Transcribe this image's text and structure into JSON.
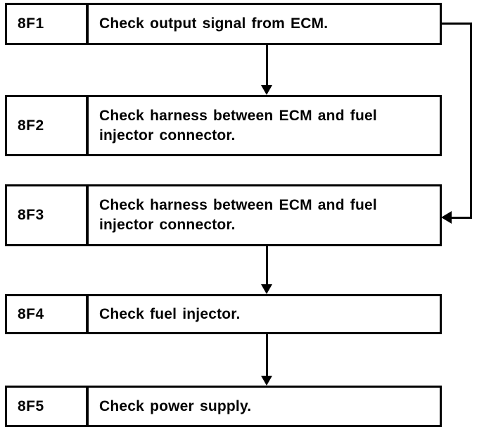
{
  "page": {
    "background_color": "#ffffff",
    "ink_color": "#000000"
  },
  "flowchart": {
    "steps": [
      {
        "code": "8F1",
        "description": "Check output signal from ECM."
      },
      {
        "code": "8F2",
        "description": "Check harness between ECM and fuel injector connector."
      },
      {
        "code": "8F3",
        "description": "Check harness between ECM and fuel injector connector."
      },
      {
        "code": "8F4",
        "description": "Check fuel injector."
      },
      {
        "code": "8F5",
        "description": "Check power supply."
      }
    ],
    "connections": [
      {
        "from": "8F1",
        "to": "8F2",
        "route": "bottom-to-top-arrow"
      },
      {
        "from": "8F1",
        "to": "8F3",
        "route": "right-edge-down-into-right-side-arrow"
      },
      {
        "from": "8F3",
        "to": "8F4",
        "route": "bottom-to-top-arrow"
      },
      {
        "from": "8F4",
        "to": "8F5",
        "route": "bottom-to-top-arrow"
      }
    ]
  }
}
